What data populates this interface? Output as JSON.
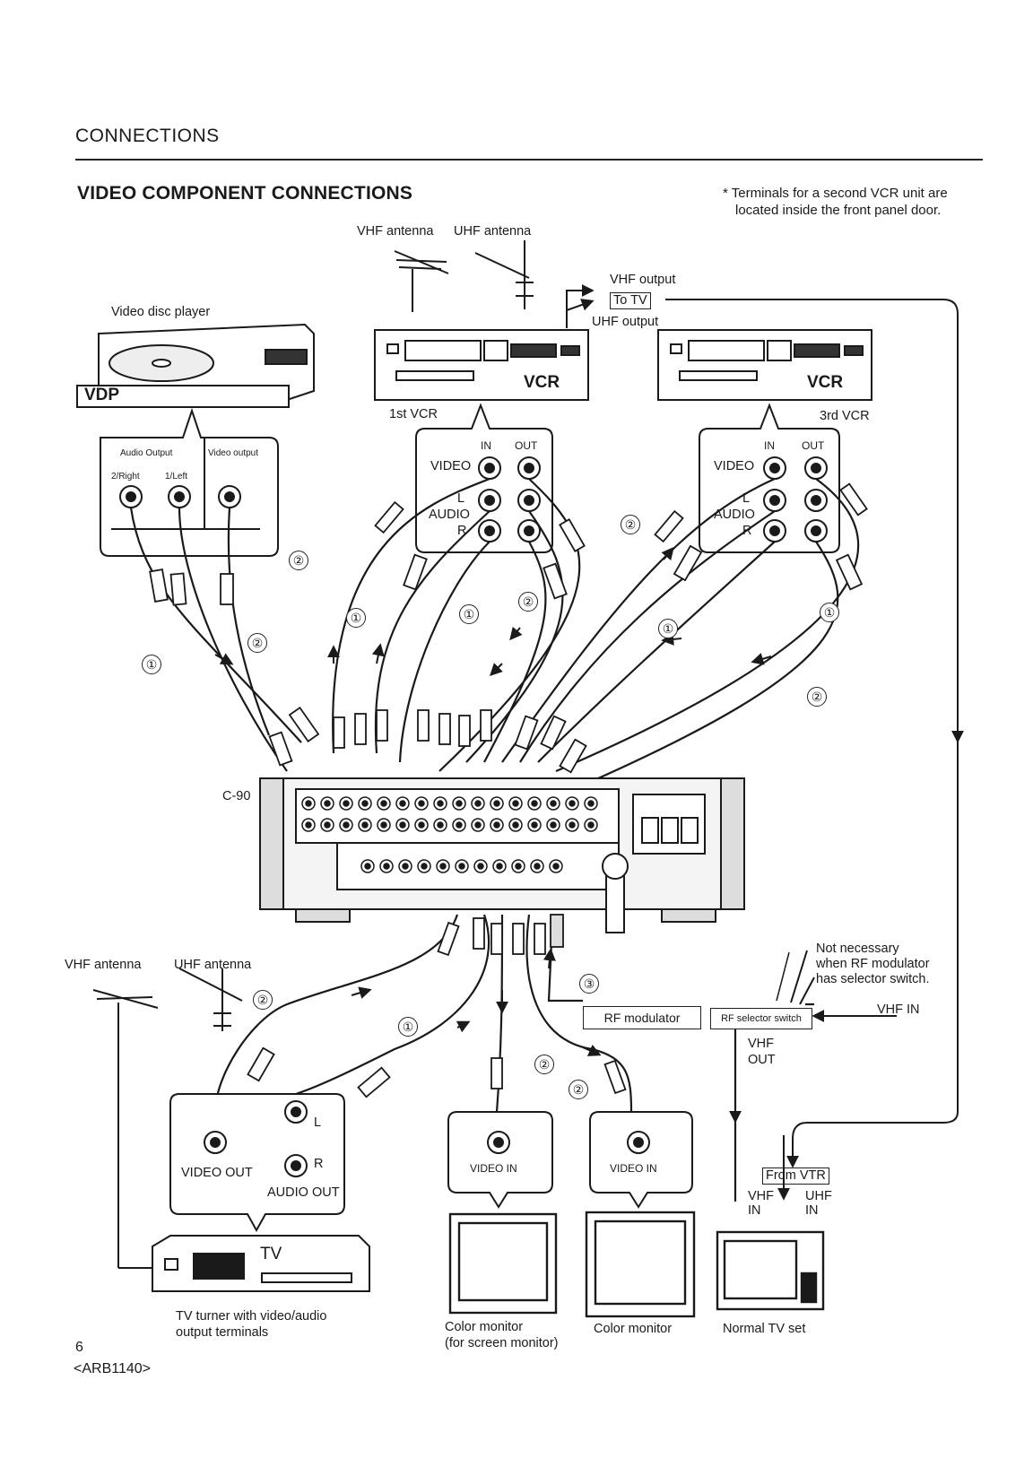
{
  "page": {
    "section_title": "CONNECTIONS",
    "heading": "VIDEO COMPONENT CONNECTIONS",
    "note_line1": "* Terminals for a second VCR unit are",
    "note_line2": "located inside the front panel door.",
    "page_number": "6",
    "doc_code": "<ARB1140>"
  },
  "labels": {
    "vhf_antenna_top": "VHF antenna",
    "uhf_antenna_top": "UHF antenna",
    "vhf_output": "VHF output",
    "to_tv": "To TV",
    "uhf_output": "UHF output",
    "video_disc_player": "Video disc player",
    "vdp": "VDP",
    "vcr1_brand": "VCR",
    "vcr3_brand": "VCR",
    "first_vcr": "1st VCR",
    "third_vcr": "3rd VCR",
    "audio_output": "Audio Output",
    "video_output": "Video output",
    "right2": "2/Right",
    "left1": "1/Left",
    "in1": "IN",
    "out1": "OUT",
    "video1": "VIDEO",
    "l1": "L",
    "audio1": "AUDIO",
    "r1": "R",
    "in3": "IN",
    "out3": "OUT",
    "video3": "VIDEO",
    "l3": "L",
    "audio3": "AUDIO",
    "r3": "R",
    "c90": "C-90",
    "vhf_antenna_bottom": "VHF antenna",
    "uhf_antenna_bottom": "UHF antenna",
    "not_necessary_1": "Not necessary",
    "not_necessary_2": "when RF modulator",
    "not_necessary_3": "has selector switch.",
    "vhf_in_right": "VHF IN",
    "rf_modulator": "RF modulator",
    "rf_selector": "RF selector switch",
    "vhf_out_1": "VHF",
    "vhf_out_2": "OUT",
    "tuner_l": "L",
    "tuner_r": "R",
    "tuner_video_out": "VIDEO OUT",
    "tuner_audio_out": "AUDIO OUT",
    "tv_brand": "TV",
    "tuner_caption_1": "TV turner with video/audio",
    "tuner_caption_2": "output terminals",
    "video_in_a": "VIDEO IN",
    "video_in_b": "VIDEO IN",
    "from_vtr": "From VTR",
    "vhf_in_tv_1": "VHF",
    "vhf_in_tv_2": "IN",
    "uhf_in_tv_1": "UHF",
    "uhf_in_tv_2": "IN",
    "monitor_a_1": "Color monitor",
    "monitor_a_2": "(for screen monitor)",
    "monitor_b": "Color monitor",
    "normal_tv": "Normal TV set"
  },
  "callouts": [
    "①",
    "②",
    "③"
  ],
  "colors": {
    "ink": "#1a1a1a",
    "paper": "#ffffff",
    "shade": "#cfcfcf"
  }
}
